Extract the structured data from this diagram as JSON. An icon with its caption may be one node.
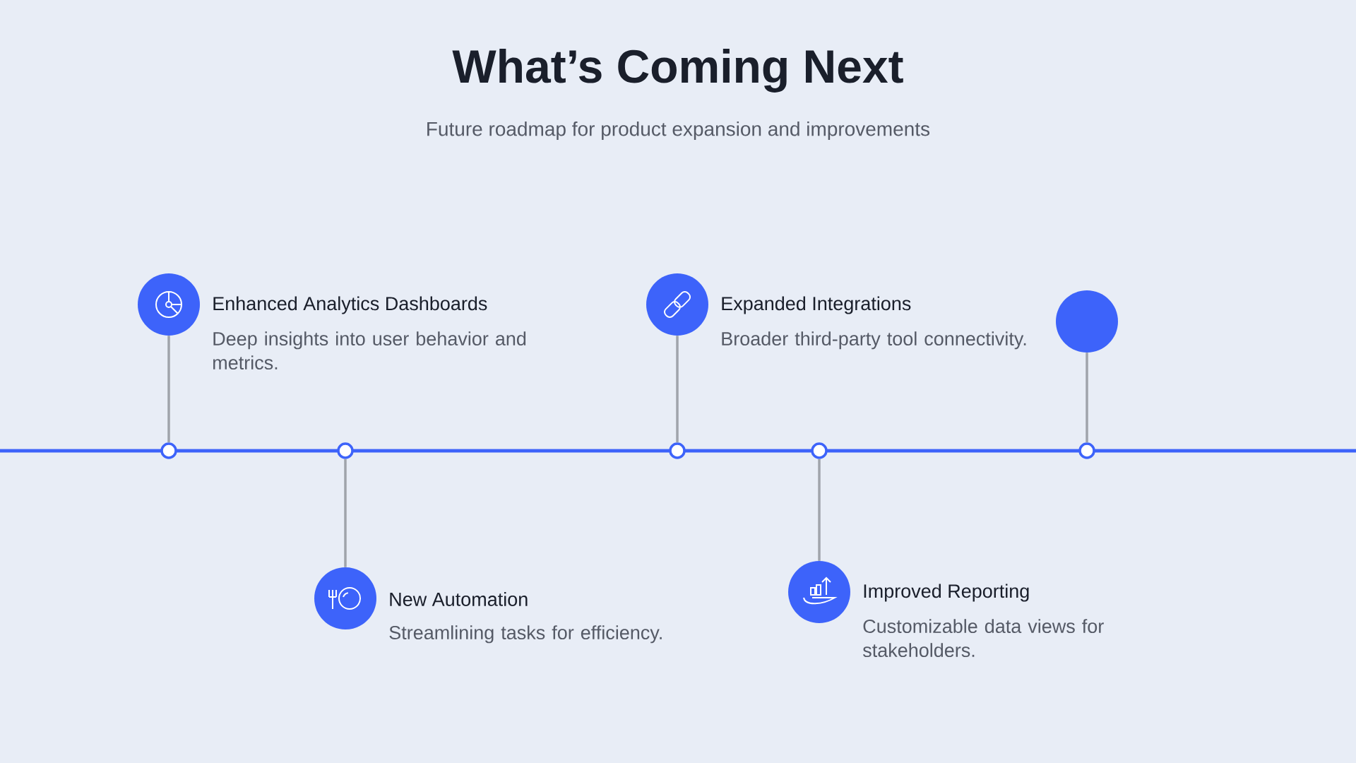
{
  "diagram": {
    "title": "What’s Coming Next",
    "nodes": [
      {
        "text": [
          "Enhanced Analytics Dashboards",
          "Deep insights into user behavior and metrics."
        ]
      },
      {
        "text": [
          "New Automation",
          "Streamlining tasks for efficiency."
        ]
      },
      {
        "text": [
          "Expanded Integrations",
          "Broader third-party tool connectivity."
        ]
      },
      {
        "text": [
          "Improved Reporting",
          "Customizable data views for stakeholders."
        ]
      },
      {
        "text": [],
        "shape": "circle"
      },
      {
        "text": [],
        "shape": "circle"
      },
      {
        "text": [],
        "shape": "circle"
      },
      {
        "text": [],
        "shape": "circle"
      },
      {
        "text": [],
        "shape": "circle"
      },
      {
        "text": [],
        "shape": "circle"
      }
    ],
    "edges": [
      {
        "from": 0,
        "to": 5,
        "arrow": "none"
      },
      {
        "from": 1,
        "to": 6,
        "arrow": "none"
      },
      {
        "from": 2,
        "to": 7,
        "arrow": "none"
      },
      {
        "from": 3,
        "to": 8,
        "arrow": "none"
      },
      {
        "from": 4,
        "to": 9,
        "arrow": "none"
      }
    ],
    "labels": [
      "Future roadmap for product expansion and improvements"
    ]
  }
}
